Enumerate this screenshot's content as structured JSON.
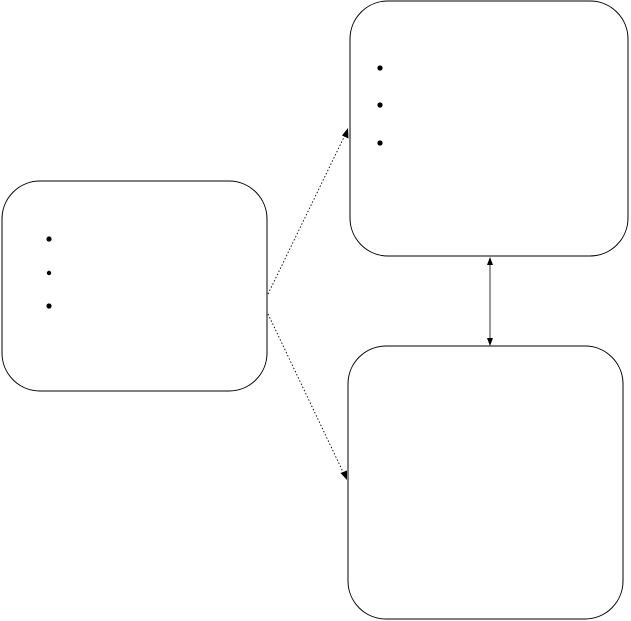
{
  "diagram": {
    "colors": {
      "background": "#ffffff",
      "stroke": "#000000",
      "bullet": "#000000"
    },
    "nodes": [
      {
        "id": "left-box",
        "bullet_count": 3
      },
      {
        "id": "top-right-box",
        "bullet_count": 3
      },
      {
        "id": "bottom-right-box",
        "bullet_count": 0
      }
    ],
    "edges": [
      {
        "from": "left-box",
        "to": "top-right-box",
        "style": "dotted",
        "arrow": "end"
      },
      {
        "from": "left-box",
        "to": "bottom-right-box",
        "style": "dotted",
        "arrow": "end"
      },
      {
        "from": "top-right-box",
        "to": "bottom-right-box",
        "style": "solid",
        "arrow": "both"
      }
    ]
  }
}
